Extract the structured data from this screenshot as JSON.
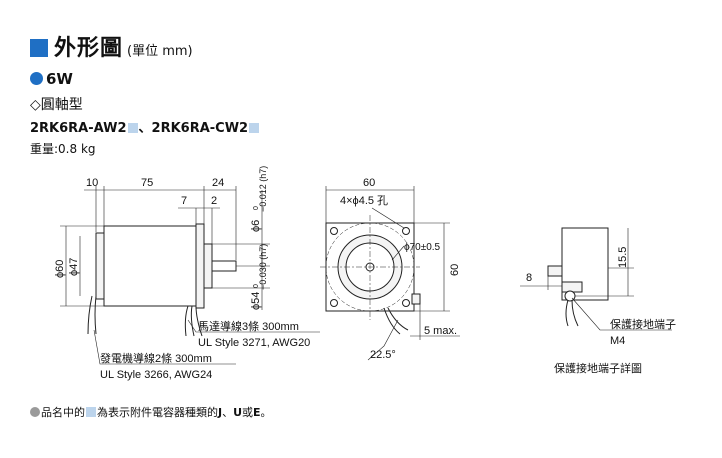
{
  "header": {
    "title": "外形圖",
    "unit_note": "(單位 mm)"
  },
  "spec": {
    "power": "6W",
    "shaft_type": "◇圓軸型",
    "model_1": "2RK6RA-AW2",
    "sep": "、",
    "model_2": "2RK6RA-CW2",
    "weight": "重量:0.8 kg"
  },
  "dims": {
    "d10": "10",
    "d75": "75",
    "d24": "24",
    "d7": "7",
    "d2": "2",
    "shaft_dia": "ϕ6",
    "shaft_tol": "0",
    "shaft_tol2": "−0.012 (h7)",
    "pilot_dia": "ϕ54",
    "pilot_tol": "0",
    "pilot_tol2": "−0.030 (h7)",
    "body_dia1": "ϕ60",
    "body_dia2": "ϕ47",
    "front_width": "60",
    "holes": "4×ϕ4.5 孔",
    "pcd": "ϕ70±0.5",
    "front_height": "60",
    "max5": "5 max.",
    "angle": "22.5°",
    "d8": "8",
    "d15_5": "15.5"
  },
  "leads": {
    "motor_lead": "馬達導線3條 300mm",
    "motor_spec": "UL Style 3271, AWG20",
    "cap_lead": "發電機導線2條 300mm",
    "cap_spec": "UL Style 3266, AWG24",
    "ground_label": "保護接地端子",
    "ground_screw": "M4",
    "detail_caption": "保護接地端子詳圖"
  },
  "footnote": {
    "pre": "品名中的",
    "mid": "為表示附件電容器種類的",
    "j": "J",
    "dot": "、",
    "u": "U",
    "or": "或",
    "e": "E",
    "end": "。"
  },
  "colors": {
    "accent": "#1f6fc4",
    "placeholder": "#bcd4ec",
    "bullet_gray": "#9a9a9a"
  }
}
